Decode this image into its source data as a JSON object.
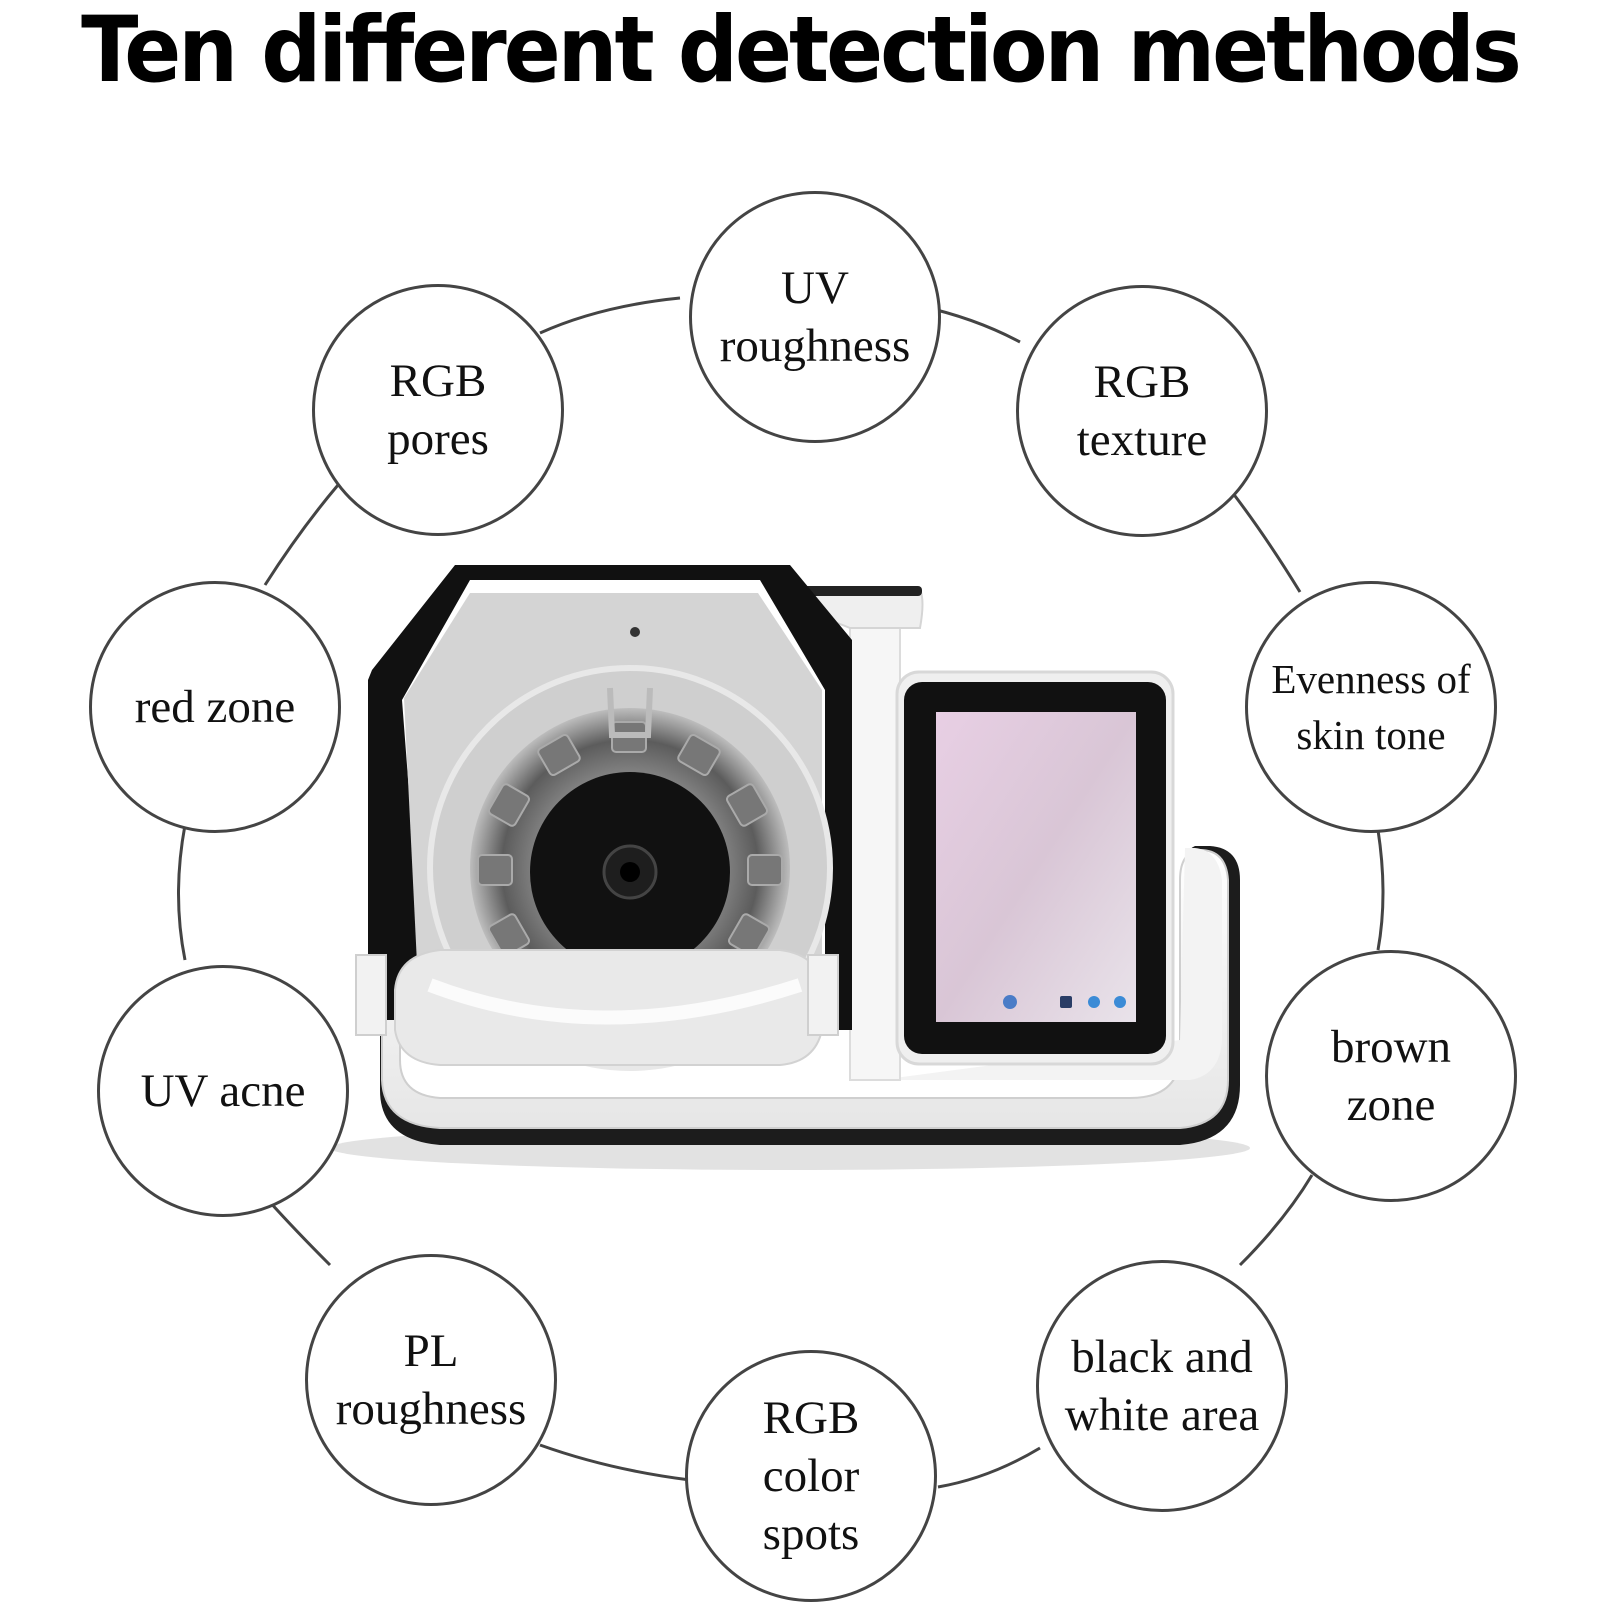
{
  "title": "Ten different detection methods",
  "methods": [
    {
      "id": "uv-roughness",
      "label": "UV\nroughness"
    },
    {
      "id": "rgb-pores",
      "label": "RGB\npores"
    },
    {
      "id": "rgb-texture",
      "label": "RGB\ntexture"
    },
    {
      "id": "red-zone",
      "label": "red zone"
    },
    {
      "id": "evenness-of-skin-tone",
      "label": "Evenness of\nskin tone"
    },
    {
      "id": "uv-acne",
      "label": "UV acne"
    },
    {
      "id": "brown-zone",
      "label": "brown\nzone"
    },
    {
      "id": "pl-roughness",
      "label": "PL\nroughness"
    },
    {
      "id": "black-and-white-area",
      "label": "black and\nwhite area"
    },
    {
      "id": "rgb-color-spots",
      "label": "RGB\ncolor\nspots"
    }
  ]
}
